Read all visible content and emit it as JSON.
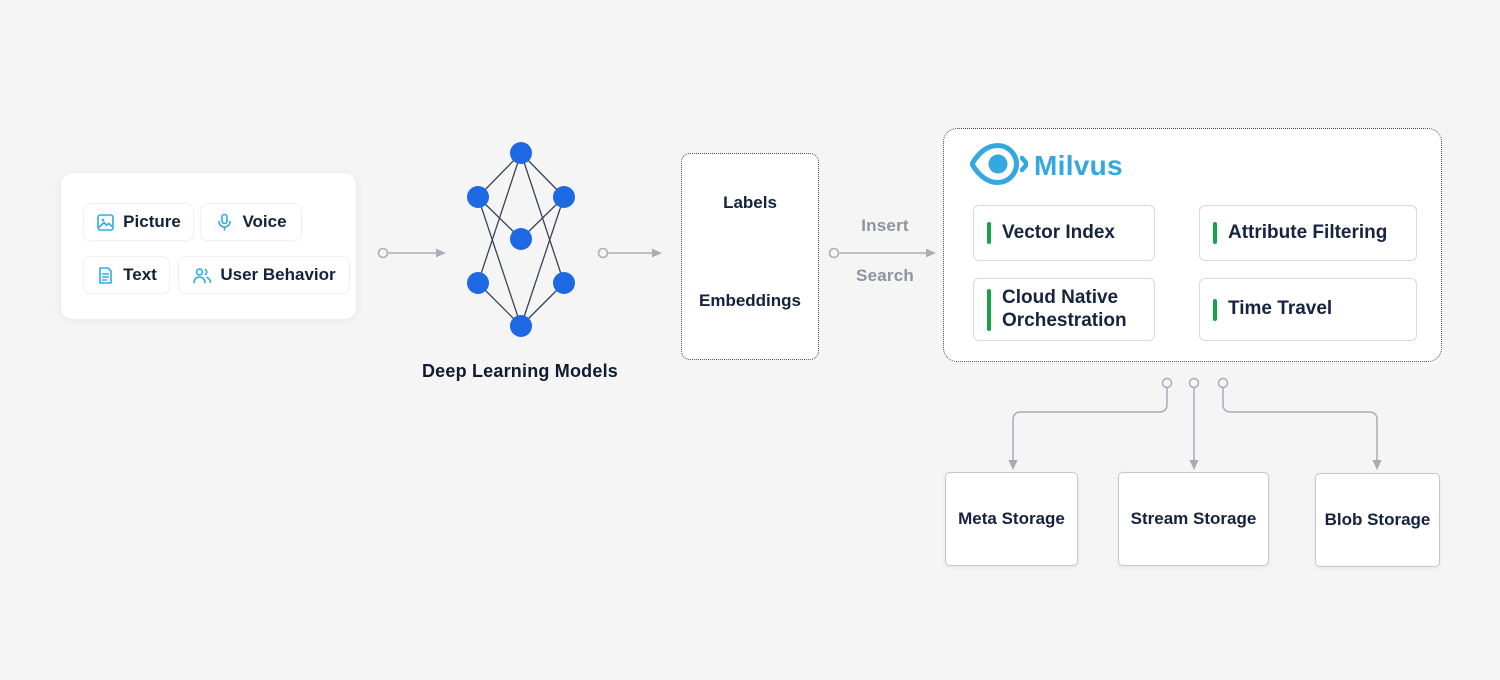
{
  "sources": {
    "items": [
      {
        "label": "Picture",
        "icon": "picture-icon"
      },
      {
        "label": "Voice",
        "icon": "microphone-icon"
      },
      {
        "label": "Text",
        "icon": "document-icon"
      },
      {
        "label": "User Behavior",
        "icon": "users-icon"
      }
    ]
  },
  "model_label": "Deep Learning Models",
  "output_box": {
    "top": "Labels",
    "bottom": "Embeddings"
  },
  "flow_labels": {
    "insert": "Insert",
    "search": "Search"
  },
  "milvus": {
    "brand": "Milvus",
    "features": [
      {
        "label": "Vector Index"
      },
      {
        "label": "Attribute Filtering"
      },
      {
        "label": "Cloud Native Orchestration"
      },
      {
        "label": "Time Travel"
      }
    ]
  },
  "storage_boxes": [
    {
      "label": "Meta Storage"
    },
    {
      "label": "Stream Storage"
    },
    {
      "label": "Blob Storage"
    }
  ],
  "colors": {
    "background": "#f5f5f6",
    "milvus_blue": "#33a8e0",
    "node_blue": "#1c69e3",
    "icon_cyan": "#2bace8",
    "feature_green": "#17a34a",
    "arrow_gray": "#abadb8",
    "text_dark": "#14213c"
  }
}
